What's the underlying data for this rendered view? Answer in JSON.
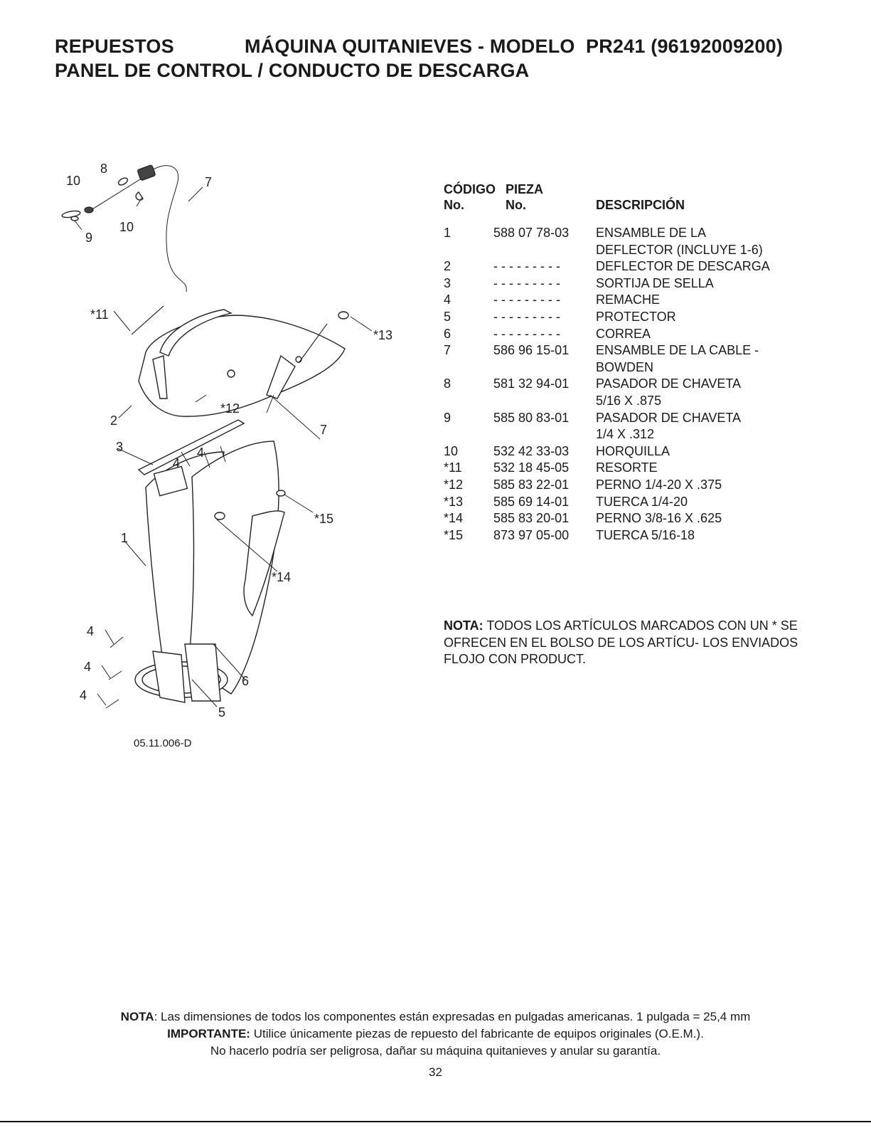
{
  "header": {
    "left": "REPUESTOS",
    "center": "MÁQUINA QUITANIEVES - MODELO",
    "model": "PR241 (96192009200)",
    "subtitle": "PANEL DE CONTROL / CONDUCTO DE DESCARGA"
  },
  "diagram": {
    "callouts": [
      "10",
      "8",
      "9",
      "10",
      "7",
      "*11",
      "*13",
      "2",
      "*12",
      "7",
      "3",
      "4",
      "4",
      "*15",
      "1",
      "*14",
      "4",
      "4",
      "6",
      "4",
      "5"
    ],
    "code": "05.11.006-D"
  },
  "parts_table": {
    "header": {
      "codigo": "CÓDIGO",
      "pieza": "PIEZA",
      "no1": "No.",
      "no2": "No.",
      "descripcion": "DESCRIPCIÓN"
    },
    "rows": [
      {
        "code": "1",
        "part": "588 07 78-03",
        "desc1": "ENSAMBLE DE LA",
        "desc2": "DEFLECTOR (INCLUYE 1-6)"
      },
      {
        "code": "2",
        "part": "- - - - - - - - -",
        "desc1": "DEFLECTOR DE DESCARGA",
        "desc2": ""
      },
      {
        "code": "3",
        "part": "- - - - - - - - -",
        "desc1": "SORTIJA DE SELLA",
        "desc2": ""
      },
      {
        "code": "4",
        "part": "- - - - - - - - -",
        "desc1": "REMACHE",
        "desc2": ""
      },
      {
        "code": "5",
        "part": "- - - - - - - - -",
        "desc1": "PROTECTOR",
        "desc2": ""
      },
      {
        "code": "6",
        "part": "- - - - - - - - -",
        "desc1": "CORREA",
        "desc2": ""
      },
      {
        "code": "7",
        "part": "586 96 15-01",
        "desc1": "ENSAMBLE DE LA CABLE -",
        "desc2": "BOWDEN"
      },
      {
        "code": "8",
        "part": "581 32 94-01",
        "desc1": "PASADOR DE CHAVETA",
        "desc2": "5/16 X .875"
      },
      {
        "code": "9",
        "part": "585 80 83-01",
        "desc1": "PASADOR DE CHAVETA",
        "desc2": "1/4 X .312"
      },
      {
        "code": "10",
        "part": "532 42 33-03",
        "desc1": "HORQUILLA",
        "desc2": ""
      },
      {
        "code": "*11",
        "part": "532 18 45-05",
        "desc1": "RESORTE",
        "desc2": ""
      },
      {
        "code": "*12",
        "part": "585 83 22-01",
        "desc1": "PERNO 1/4-20 X .375",
        "desc2": ""
      },
      {
        "code": "*13",
        "part": "585 69 14-01",
        "desc1": "TUERCA 1/4-20",
        "desc2": ""
      },
      {
        "code": "*14",
        "part": "585 83 20-01",
        "desc1": "PERNO 3/8-16 X .625",
        "desc2": ""
      },
      {
        "code": "*15",
        "part": "873 97 05-00",
        "desc1": "TUERCA 5/16-18",
        "desc2": ""
      }
    ]
  },
  "nota": {
    "label": "NOTA:",
    "text": " TODOS LOS ARTÍCULOS MARCADOS CON UN * SE OFRECEN EN EL BOLSO DE LOS ARTÍCU- LOS ENVIADOS FLOJO CON PRODUCT."
  },
  "footer": {
    "nota_label": "NOTA",
    "nota_text": ": Las dimensiones de todos los componentes están expresadas en pulgadas americanas.  1 pulgada = 25,4 mm",
    "importante_label": "IMPORTANTE:",
    "importante_text": " Utilice únicamente piezas de repuesto del fabricante de equipos originales (O.E.M.).",
    "warning": "No hacerlo podría ser peligrosa, dañar su máquina quitanieves y anular su garantía.",
    "page": "32"
  }
}
